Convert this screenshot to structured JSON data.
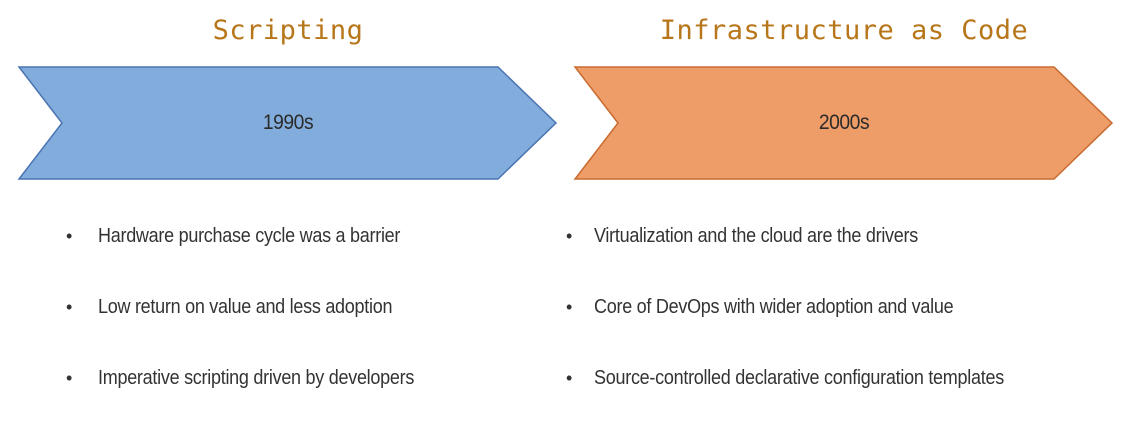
{
  "colors": {
    "heading": "#b8761a",
    "scripting_fill": "#82acdb",
    "scripting_stroke": "#4a74b2",
    "iac_fill": "#ee9c68",
    "iac_stroke": "#c86b30"
  },
  "stages": [
    {
      "heading": "Scripting",
      "label": "1990s",
      "bullets": [
        "Hardware purchase cycle was a barrier",
        "Low return on value and less adoption",
        "Imperative scripting driven by developers"
      ]
    },
    {
      "heading": "Infrastructure as Code",
      "label": "2000s",
      "bullets": [
        "Virtualization and the cloud are the drivers",
        "Core of DevOps with wider adoption and value",
        "Source-controlled declarative configuration templates"
      ]
    }
  ]
}
